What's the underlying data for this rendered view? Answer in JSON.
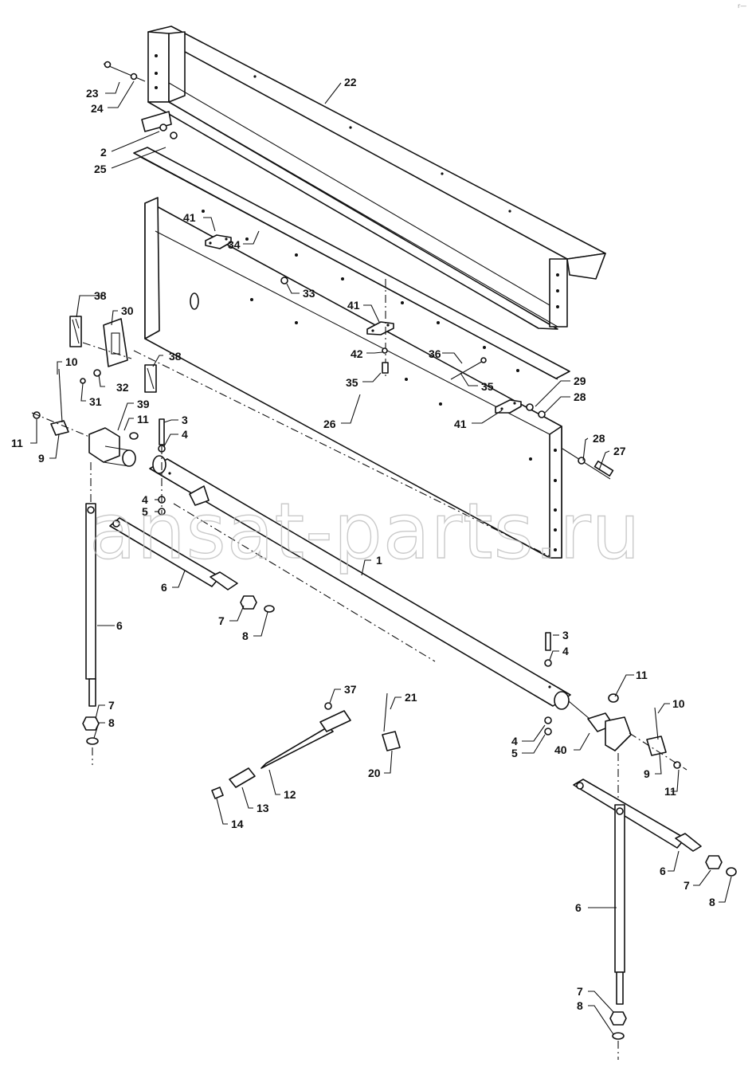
{
  "watermark": "ansat-parts.ru",
  "corner_mark": "r—",
  "callouts": [
    {
      "id": "c22",
      "text": "22"
    },
    {
      "id": "c23",
      "text": "23"
    },
    {
      "id": "c24",
      "text": "24"
    },
    {
      "id": "c2",
      "text": "2"
    },
    {
      "id": "c25",
      "text": "25"
    },
    {
      "id": "c41a",
      "text": "41"
    },
    {
      "id": "c34",
      "text": "34"
    },
    {
      "id": "c33",
      "text": "33"
    },
    {
      "id": "c41b",
      "text": "41"
    },
    {
      "id": "c42",
      "text": "42"
    },
    {
      "id": "c35a",
      "text": "35"
    },
    {
      "id": "c36",
      "text": "36"
    },
    {
      "id": "c35b",
      "text": "35"
    },
    {
      "id": "c29",
      "text": "29"
    },
    {
      "id": "c28a",
      "text": "28"
    },
    {
      "id": "c41c",
      "text": "41"
    },
    {
      "id": "c26",
      "text": "26"
    },
    {
      "id": "c28b",
      "text": "28"
    },
    {
      "id": "c27",
      "text": "27"
    },
    {
      "id": "c38a",
      "text": "38"
    },
    {
      "id": "c30",
      "text": "30"
    },
    {
      "id": "c38b",
      "text": "38"
    },
    {
      "id": "c10a",
      "text": "10"
    },
    {
      "id": "c32",
      "text": "32"
    },
    {
      "id": "c31",
      "text": "31"
    },
    {
      "id": "c39",
      "text": "39"
    },
    {
      "id": "c11a",
      "text": "11"
    },
    {
      "id": "c3a",
      "text": "3"
    },
    {
      "id": "c4a",
      "text": "4"
    },
    {
      "id": "c11b",
      "text": "11"
    },
    {
      "id": "c9a",
      "text": "9"
    },
    {
      "id": "c4b",
      "text": "4"
    },
    {
      "id": "c5a",
      "text": "5"
    },
    {
      "id": "c1",
      "text": "1"
    },
    {
      "id": "c6a",
      "text": "6"
    },
    {
      "id": "c7a",
      "text": "7"
    },
    {
      "id": "c8a",
      "text": "8"
    },
    {
      "id": "c6b",
      "text": "6"
    },
    {
      "id": "c7b",
      "text": "7"
    },
    {
      "id": "c8b",
      "text": "8"
    },
    {
      "id": "c3b",
      "text": "3"
    },
    {
      "id": "c4c",
      "text": "4"
    },
    {
      "id": "c11c",
      "text": "11"
    },
    {
      "id": "c37",
      "text": "37"
    },
    {
      "id": "c21",
      "text": "21"
    },
    {
      "id": "c10b",
      "text": "10"
    },
    {
      "id": "c4d",
      "text": "4"
    },
    {
      "id": "c5b",
      "text": "5"
    },
    {
      "id": "c40",
      "text": "40"
    },
    {
      "id": "c9b",
      "text": "9"
    },
    {
      "id": "c20",
      "text": "20"
    },
    {
      "id": "c11d",
      "text": "11"
    },
    {
      "id": "c12",
      "text": "12"
    },
    {
      "id": "c13",
      "text": "13"
    },
    {
      "id": "c14",
      "text": "14"
    },
    {
      "id": "c6c",
      "text": "6"
    },
    {
      "id": "c7c",
      "text": "7"
    },
    {
      "id": "c8c",
      "text": "8"
    },
    {
      "id": "c6d",
      "text": "6"
    },
    {
      "id": "c7d",
      "text": "7"
    },
    {
      "id": "c8d",
      "text": "8"
    }
  ]
}
